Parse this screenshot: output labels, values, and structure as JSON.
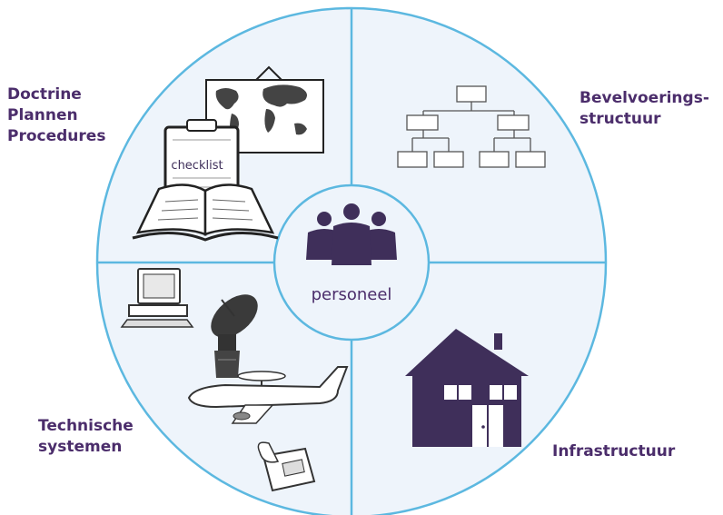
{
  "labels": {
    "doctrine": [
      "Doctrine",
      "Plannen",
      "Procedures"
    ],
    "command": [
      "Bevelvoerings-",
      "structuur"
    ],
    "technical": [
      "Technische",
      "systemen"
    ],
    "infrastructure": [
      "Infrastructuur"
    ],
    "center": "personeel",
    "checklist": "checklist"
  },
  "colors": {
    "ring": "#5cb8e0",
    "fill": "#eef4fb",
    "text": "#4b2d6b",
    "icon": "#3f2f5a"
  },
  "icons": [
    "world-map-icon",
    "clipboard-icon",
    "open-book-icon",
    "org-chart-icon",
    "people-icon",
    "computer-icon",
    "satellite-dish-icon",
    "airplane-icon",
    "fax-machine-icon",
    "house-icon"
  ]
}
